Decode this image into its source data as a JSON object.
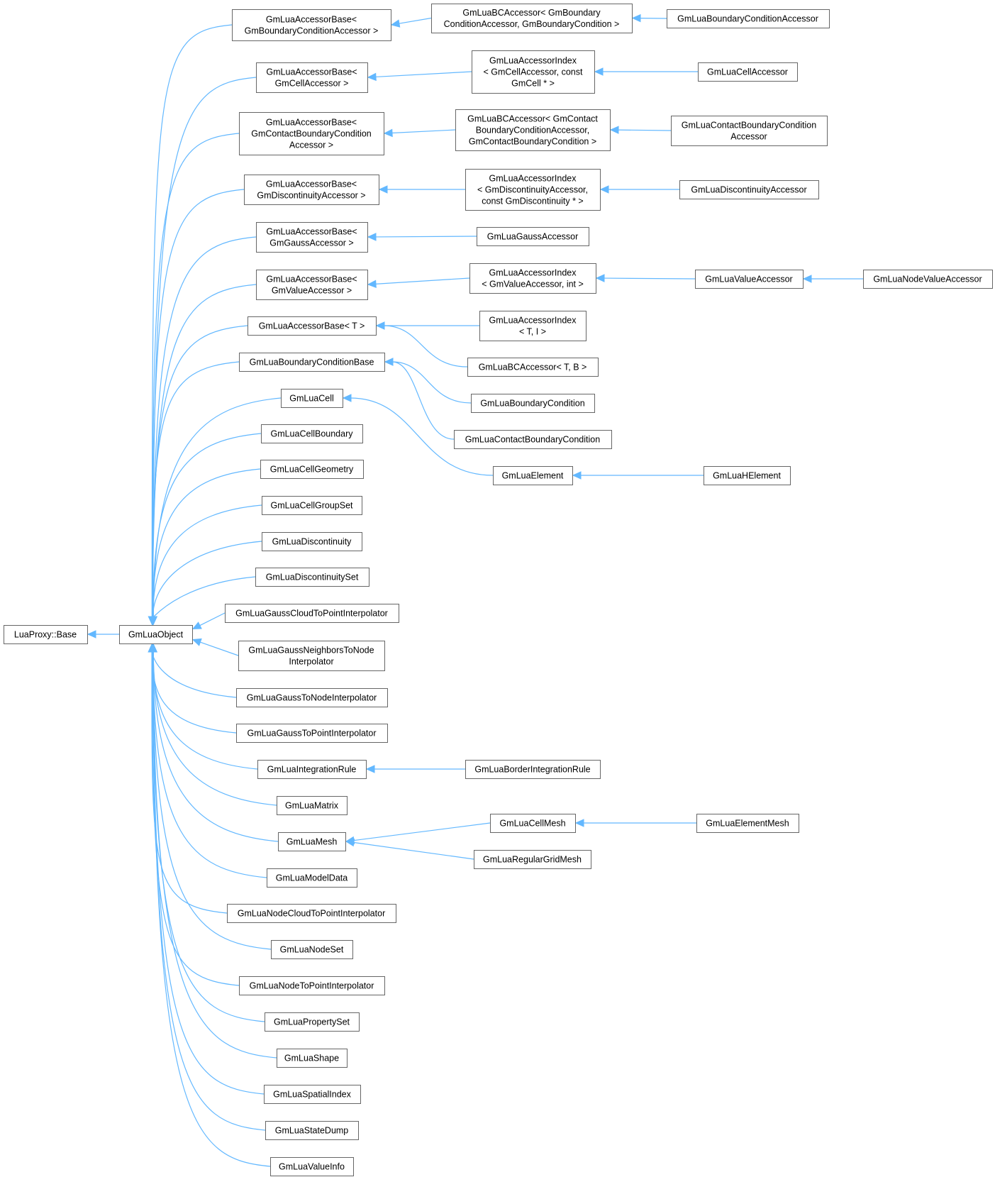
{
  "diagram": {
    "nodes": [
      {
        "id": "luaproxy-base",
        "lines": [
          "LuaProxy::Base"
        ]
      },
      {
        "id": "gmluaobject",
        "lines": [
          "GmLuaObject"
        ]
      },
      {
        "id": "accbase-boundary",
        "lines": [
          "GmLuaAccessorBase<",
          "GmBoundaryConditionAccessor >"
        ]
      },
      {
        "id": "bcacc-boundary",
        "lines": [
          "GmLuaBCAccessor< GmBoundary",
          "ConditionAccessor, GmBoundaryCondition >"
        ]
      },
      {
        "id": "boundary-cond-accessor",
        "lines": [
          "GmLuaBoundaryConditionAccessor"
        ]
      },
      {
        "id": "accbase-cell",
        "lines": [
          "GmLuaAccessorBase<",
          "GmCellAccessor >"
        ]
      },
      {
        "id": "accidx-cell",
        "lines": [
          "GmLuaAccessorIndex",
          "< GmCellAccessor, const",
          "GmCell * >"
        ]
      },
      {
        "id": "cell-accessor",
        "lines": [
          "GmLuaCellAccessor"
        ]
      },
      {
        "id": "accbase-contact",
        "lines": [
          "GmLuaAccessorBase<",
          "GmContactBoundaryCondition",
          "Accessor >"
        ]
      },
      {
        "id": "bcacc-contact",
        "lines": [
          "GmLuaBCAccessor< GmContact",
          "BoundaryConditionAccessor,",
          "GmContactBoundaryCondition >"
        ]
      },
      {
        "id": "contact-bc-accessor",
        "lines": [
          "GmLuaContactBoundaryCondition",
          "Accessor"
        ]
      },
      {
        "id": "accbase-disc",
        "lines": [
          "GmLuaAccessorBase<",
          "GmDiscontinuityAccessor >"
        ]
      },
      {
        "id": "accidx-disc",
        "lines": [
          "GmLuaAccessorIndex",
          "< GmDiscontinuityAccessor,",
          "const GmDiscontinuity * >"
        ]
      },
      {
        "id": "disc-accessor",
        "lines": [
          "GmLuaDiscontinuityAccessor"
        ]
      },
      {
        "id": "accbase-gauss",
        "lines": [
          "GmLuaAccessorBase<",
          "GmGaussAccessor >"
        ]
      },
      {
        "id": "gauss-accessor",
        "lines": [
          "GmLuaGaussAccessor"
        ]
      },
      {
        "id": "accbase-value",
        "lines": [
          "GmLuaAccessorBase<",
          "GmValueAccessor >"
        ]
      },
      {
        "id": "accidx-value",
        "lines": [
          "GmLuaAccessorIndex",
          "< GmValueAccessor, int >"
        ]
      },
      {
        "id": "value-accessor",
        "lines": [
          "GmLuaValueAccessor"
        ]
      },
      {
        "id": "node-value-accessor",
        "lines": [
          "GmLuaNodeValueAccessor"
        ]
      },
      {
        "id": "accbase-t",
        "lines": [
          "GmLuaAccessorBase< T >"
        ]
      },
      {
        "id": "accidx-ti",
        "lines": [
          "GmLuaAccessorIndex",
          "< T, I >"
        ]
      },
      {
        "id": "bcacc-tb",
        "lines": [
          "GmLuaBCAccessor< T, B >"
        ]
      },
      {
        "id": "bc-base",
        "lines": [
          "GmLuaBoundaryConditionBase"
        ]
      },
      {
        "id": "boundary-condition",
        "lines": [
          "GmLuaBoundaryCondition"
        ]
      },
      {
        "id": "contact-boundary-condition",
        "lines": [
          "GmLuaContactBoundaryCondition"
        ]
      },
      {
        "id": "cell",
        "lines": [
          "GmLuaCell"
        ]
      },
      {
        "id": "element",
        "lines": [
          "GmLuaElement"
        ]
      },
      {
        "id": "helement",
        "lines": [
          "GmLuaHElement"
        ]
      },
      {
        "id": "cell-boundary",
        "lines": [
          "GmLuaCellBoundary"
        ]
      },
      {
        "id": "cell-geometry",
        "lines": [
          "GmLuaCellGeometry"
        ]
      },
      {
        "id": "cell-group-set",
        "lines": [
          "GmLuaCellGroupSet"
        ]
      },
      {
        "id": "discontinuity",
        "lines": [
          "GmLuaDiscontinuity"
        ]
      },
      {
        "id": "discontinuity-set",
        "lines": [
          "GmLuaDiscontinuitySet"
        ]
      },
      {
        "id": "gauss-cloud-interp",
        "lines": [
          "GmLuaGaussCloudToPointInterpolator"
        ]
      },
      {
        "id": "gauss-neighbors-interp",
        "lines": [
          "GmLuaGaussNeighborsToNode",
          "Interpolator"
        ]
      },
      {
        "id": "gauss-to-node-interp",
        "lines": [
          "GmLuaGaussToNodeInterpolator"
        ]
      },
      {
        "id": "gauss-to-point-interp",
        "lines": [
          "GmLuaGaussToPointInterpolator"
        ]
      },
      {
        "id": "integration-rule",
        "lines": [
          "GmLuaIntegrationRule"
        ]
      },
      {
        "id": "border-integration-rule",
        "lines": [
          "GmLuaBorderIntegrationRule"
        ]
      },
      {
        "id": "matrix",
        "lines": [
          "GmLuaMatrix"
        ]
      },
      {
        "id": "mesh",
        "lines": [
          "GmLuaMesh"
        ]
      },
      {
        "id": "cell-mesh",
        "lines": [
          "GmLuaCellMesh"
        ]
      },
      {
        "id": "element-mesh",
        "lines": [
          "GmLuaElementMesh"
        ]
      },
      {
        "id": "regular-grid-mesh",
        "lines": [
          "GmLuaRegularGridMesh"
        ]
      },
      {
        "id": "model-data",
        "lines": [
          "GmLuaModelData"
        ]
      },
      {
        "id": "node-cloud-interp",
        "lines": [
          "GmLuaNodeCloudToPointInterpolator"
        ]
      },
      {
        "id": "node-set",
        "lines": [
          "GmLuaNodeSet"
        ]
      },
      {
        "id": "node-to-point-interp",
        "lines": [
          "GmLuaNodeToPointInterpolator"
        ]
      },
      {
        "id": "property-set",
        "lines": [
          "GmLuaPropertySet"
        ]
      },
      {
        "id": "shape",
        "lines": [
          "GmLuaShape"
        ]
      },
      {
        "id": "spatial-index",
        "lines": [
          "GmLuaSpatialIndex"
        ]
      },
      {
        "id": "state-dump",
        "lines": [
          "GmLuaStateDump"
        ]
      },
      {
        "id": "value-info",
        "lines": [
          "GmLuaValueInfo"
        ]
      }
    ],
    "edges": [
      {
        "from": "gmluaobject",
        "to": "luaproxy-base"
      },
      {
        "from": "accbase-boundary",
        "to": "gmluaobject"
      },
      {
        "from": "accbase-cell",
        "to": "gmluaobject"
      },
      {
        "from": "accbase-contact",
        "to": "gmluaobject"
      },
      {
        "from": "accbase-disc",
        "to": "gmluaobject"
      },
      {
        "from": "accbase-gauss",
        "to": "gmluaobject"
      },
      {
        "from": "accbase-value",
        "to": "gmluaobject"
      },
      {
        "from": "accbase-t",
        "to": "gmluaobject"
      },
      {
        "from": "bc-base",
        "to": "gmluaobject"
      },
      {
        "from": "cell",
        "to": "gmluaobject"
      },
      {
        "from": "cell-boundary",
        "to": "gmluaobject"
      },
      {
        "from": "cell-geometry",
        "to": "gmluaobject"
      },
      {
        "from": "cell-group-set",
        "to": "gmluaobject"
      },
      {
        "from": "discontinuity",
        "to": "gmluaobject"
      },
      {
        "from": "discontinuity-set",
        "to": "gmluaobject"
      },
      {
        "from": "gauss-cloud-interp",
        "to": "gmluaobject"
      },
      {
        "from": "gauss-neighbors-interp",
        "to": "gmluaobject"
      },
      {
        "from": "gauss-to-node-interp",
        "to": "gmluaobject"
      },
      {
        "from": "gauss-to-point-interp",
        "to": "gmluaobject"
      },
      {
        "from": "integration-rule",
        "to": "gmluaobject"
      },
      {
        "from": "matrix",
        "to": "gmluaobject"
      },
      {
        "from": "mesh",
        "to": "gmluaobject"
      },
      {
        "from": "model-data",
        "to": "gmluaobject"
      },
      {
        "from": "node-cloud-interp",
        "to": "gmluaobject"
      },
      {
        "from": "node-set",
        "to": "gmluaobject"
      },
      {
        "from": "node-to-point-interp",
        "to": "gmluaobject"
      },
      {
        "from": "property-set",
        "to": "gmluaobject"
      },
      {
        "from": "shape",
        "to": "gmluaobject"
      },
      {
        "from": "spatial-index",
        "to": "gmluaobject"
      },
      {
        "from": "state-dump",
        "to": "gmluaobject"
      },
      {
        "from": "value-info",
        "to": "gmluaobject"
      },
      {
        "from": "bcacc-boundary",
        "to": "accbase-boundary"
      },
      {
        "from": "boundary-cond-accessor",
        "to": "bcacc-boundary"
      },
      {
        "from": "accidx-cell",
        "to": "accbase-cell"
      },
      {
        "from": "cell-accessor",
        "to": "accidx-cell"
      },
      {
        "from": "bcacc-contact",
        "to": "accbase-contact"
      },
      {
        "from": "contact-bc-accessor",
        "to": "bcacc-contact"
      },
      {
        "from": "accidx-disc",
        "to": "accbase-disc"
      },
      {
        "from": "disc-accessor",
        "to": "accidx-disc"
      },
      {
        "from": "gauss-accessor",
        "to": "accbase-gauss"
      },
      {
        "from": "accidx-value",
        "to": "accbase-value"
      },
      {
        "from": "value-accessor",
        "to": "accidx-value"
      },
      {
        "from": "node-value-accessor",
        "to": "value-accessor"
      },
      {
        "from": "accidx-ti",
        "to": "accbase-t"
      },
      {
        "from": "bcacc-tb",
        "to": "accbase-t"
      },
      {
        "from": "boundary-condition",
        "to": "bc-base"
      },
      {
        "from": "contact-boundary-condition",
        "to": "bc-base"
      },
      {
        "from": "element",
        "to": "cell"
      },
      {
        "from": "helement",
        "to": "element"
      },
      {
        "from": "border-integration-rule",
        "to": "integration-rule"
      },
      {
        "from": "cell-mesh",
        "to": "mesh"
      },
      {
        "from": "regular-grid-mesh",
        "to": "mesh"
      },
      {
        "from": "element-mesh",
        "to": "cell-mesh"
      }
    ]
  }
}
